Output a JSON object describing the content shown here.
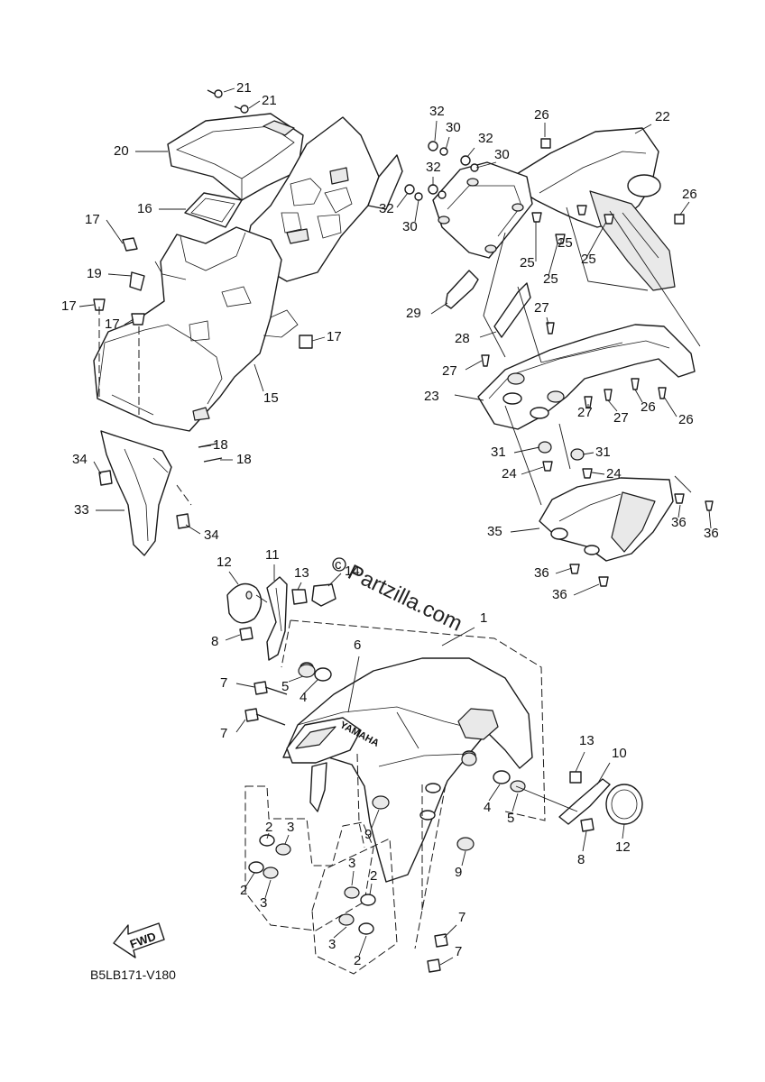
{
  "diagram": {
    "code": "B5LB171-V180",
    "watermark": "Partzilla.com",
    "fwd_label": "FWD",
    "decal_text": "YAMAHA",
    "callouts": [
      {
        "id": "c1",
        "label": "1"
      },
      {
        "id": "c2a",
        "label": "2"
      },
      {
        "id": "c2b",
        "label": "2"
      },
      {
        "id": "c2c",
        "label": "2"
      },
      {
        "id": "c2d",
        "label": "2"
      },
      {
        "id": "c3a",
        "label": "3"
      },
      {
        "id": "c3b",
        "label": "3"
      },
      {
        "id": "c3c",
        "label": "3"
      },
      {
        "id": "c3d",
        "label": "3"
      },
      {
        "id": "c4a",
        "label": "4"
      },
      {
        "id": "c4b",
        "label": "4"
      },
      {
        "id": "c5a",
        "label": "5"
      },
      {
        "id": "c5b",
        "label": "5"
      },
      {
        "id": "c6",
        "label": "6"
      },
      {
        "id": "c7a",
        "label": "7"
      },
      {
        "id": "c7b",
        "label": "7"
      },
      {
        "id": "c7c",
        "label": "7"
      },
      {
        "id": "c7d",
        "label": "7"
      },
      {
        "id": "c8a",
        "label": "8"
      },
      {
        "id": "c8b",
        "label": "8"
      },
      {
        "id": "c9a",
        "label": "9"
      },
      {
        "id": "c9b",
        "label": "9"
      },
      {
        "id": "c10",
        "label": "10"
      },
      {
        "id": "c11",
        "label": "11"
      },
      {
        "id": "c12a",
        "label": "12"
      },
      {
        "id": "c12b",
        "label": "12"
      },
      {
        "id": "c13a",
        "label": "13"
      },
      {
        "id": "c13b",
        "label": "13"
      },
      {
        "id": "c14",
        "label": "14"
      },
      {
        "id": "c15",
        "label": "15"
      },
      {
        "id": "c16",
        "label": "16"
      },
      {
        "id": "c17a",
        "label": "17"
      },
      {
        "id": "c17b",
        "label": "17"
      },
      {
        "id": "c17c",
        "label": "17"
      },
      {
        "id": "c17d",
        "label": "17"
      },
      {
        "id": "c18a",
        "label": "18"
      },
      {
        "id": "c18b",
        "label": "18"
      },
      {
        "id": "c19",
        "label": "19"
      },
      {
        "id": "c20",
        "label": "20"
      },
      {
        "id": "c21a",
        "label": "21"
      },
      {
        "id": "c21b",
        "label": "21"
      },
      {
        "id": "c22",
        "label": "22"
      },
      {
        "id": "c23",
        "label": "23"
      },
      {
        "id": "c24a",
        "label": "24"
      },
      {
        "id": "c24b",
        "label": "24"
      },
      {
        "id": "c25a",
        "label": "25"
      },
      {
        "id": "c25b",
        "label": "25"
      },
      {
        "id": "c25c",
        "label": "25"
      },
      {
        "id": "c25d",
        "label": "25"
      },
      {
        "id": "c26a",
        "label": "26"
      },
      {
        "id": "c26b",
        "label": "26"
      },
      {
        "id": "c26c",
        "label": "26"
      },
      {
        "id": "c26d",
        "label": "26"
      },
      {
        "id": "c27a",
        "label": "27"
      },
      {
        "id": "c27b",
        "label": "27"
      },
      {
        "id": "c27c",
        "label": "27"
      },
      {
        "id": "c27d",
        "label": "27"
      },
      {
        "id": "c28",
        "label": "28"
      },
      {
        "id": "c29",
        "label": "29"
      },
      {
        "id": "c30a",
        "label": "30"
      },
      {
        "id": "c30b",
        "label": "30"
      },
      {
        "id": "c30c",
        "label": "30"
      },
      {
        "id": "c31a",
        "label": "31"
      },
      {
        "id": "c31b",
        "label": "31"
      },
      {
        "id": "c32a",
        "label": "32"
      },
      {
        "id": "c32b",
        "label": "32"
      },
      {
        "id": "c32c",
        "label": "32"
      },
      {
        "id": "c32d",
        "label": "32"
      },
      {
        "id": "c33",
        "label": "33"
      },
      {
        "id": "c34a",
        "label": "34"
      },
      {
        "id": "c34b",
        "label": "34"
      },
      {
        "id": "c35",
        "label": "35"
      },
      {
        "id": "c36a",
        "label": "36"
      },
      {
        "id": "c36b",
        "label": "36"
      },
      {
        "id": "c36c",
        "label": "36"
      },
      {
        "id": "c36d",
        "label": "36"
      }
    ]
  }
}
